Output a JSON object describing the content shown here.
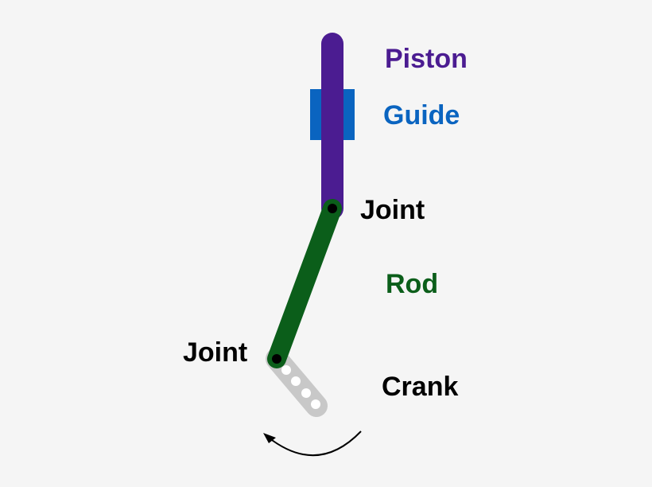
{
  "labels": {
    "piston": "Piston",
    "guide": "Guide",
    "joint_top": "Joint",
    "rod": "Rod",
    "joint_bottom": "Joint",
    "crank": "Crank"
  },
  "colors": {
    "piston": "#4b1c91",
    "guide": "#0a64c0",
    "rod": "#0b5e1a",
    "crank": "#c8c8c8",
    "joint": "#000000",
    "text": "#000000",
    "background": "#f5f5f5"
  }
}
